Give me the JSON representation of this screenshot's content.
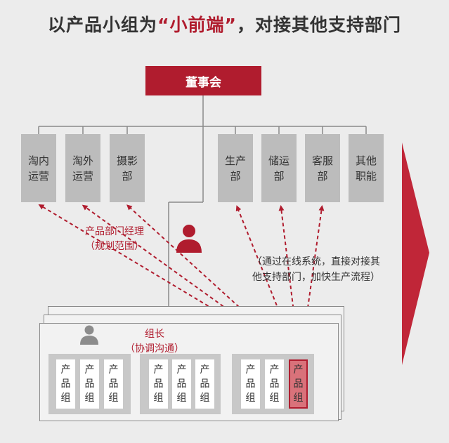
{
  "header": {
    "title_prefix": "以产品小组为",
    "title_highlight": "“小前端”",
    "title_suffix": "，对接其他支持部门"
  },
  "board": {
    "label": "董事会"
  },
  "departments": [
    {
      "line1": "淘内",
      "line2": "运营"
    },
    {
      "line1": "淘外",
      "line2": "运营"
    },
    {
      "line1": "摄影",
      "line2": "部"
    },
    {
      "line1": "生产",
      "line2": "部"
    },
    {
      "line1": "储运",
      "line2": "部"
    },
    {
      "line1": "客服",
      "line2": "部"
    },
    {
      "line1": "其他",
      "line2": "职能"
    }
  ],
  "notes": {
    "manager_line1": "产品部门经理",
    "manager_line2": "（规划范围）",
    "leader_line1": "组长",
    "leader_line2": "（协调沟通）",
    "system_line1": "（通过在线系统，直接对接其",
    "system_line2": "他支持部门，加快生产流程）"
  },
  "product_group": {
    "line1": "产品",
    "line2": "组",
    "count": 9,
    "highlighted_index": 8
  },
  "colors": {
    "accent": "#b01c2e",
    "box": "#bcbcbc",
    "text": "#333333"
  },
  "icons": {
    "person": "person-icon",
    "arrow": "arrow-right-icon"
  }
}
